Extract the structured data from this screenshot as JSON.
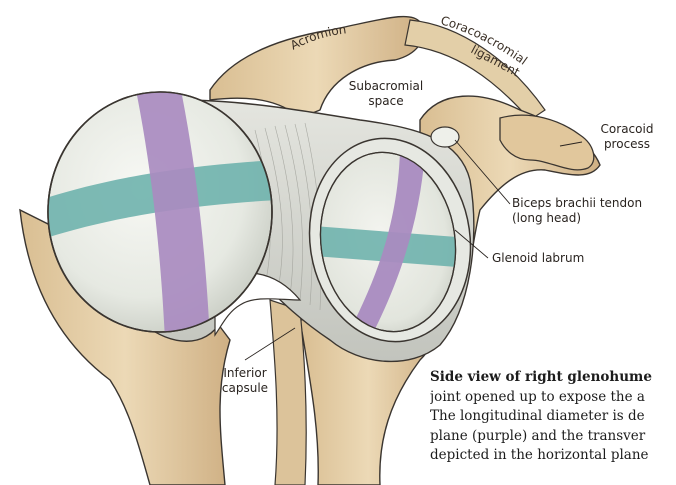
{
  "labels": {
    "acromion": "Acromion",
    "coracoacromial_ligament_1": "Coracoacromial",
    "coracoacromial_ligament_2": "ligament",
    "subacromial_space_1": "Subacromial",
    "subacromial_space_2": "space",
    "coracoid_process_1": "Coracoid",
    "coracoid_process_2": "process",
    "biceps_tendon_1": "Biceps brachii tendon",
    "biceps_tendon_2": "(long head)",
    "glenoid_labrum": "Glenoid labrum",
    "inferior_capsule_1": "Inferior",
    "inferior_capsule_2": "capsule"
  },
  "caption": {
    "title": "Side view of right glenohume",
    "lines": [
      "joint opened up to expose the a",
      "The longitudinal diameter is de",
      "plane (purple) and the transver",
      "depicted in the horizontal plane"
    ]
  },
  "colors": {
    "bone": "#e7d3ae",
    "bone_shadow": "#c9a97a",
    "cartilage": "#eef0ea",
    "capsule": "#d9dbd4",
    "sagittal_band": "#a98bc0",
    "horizontal_band": "#6fb3ad",
    "outline": "#3a3530"
  }
}
